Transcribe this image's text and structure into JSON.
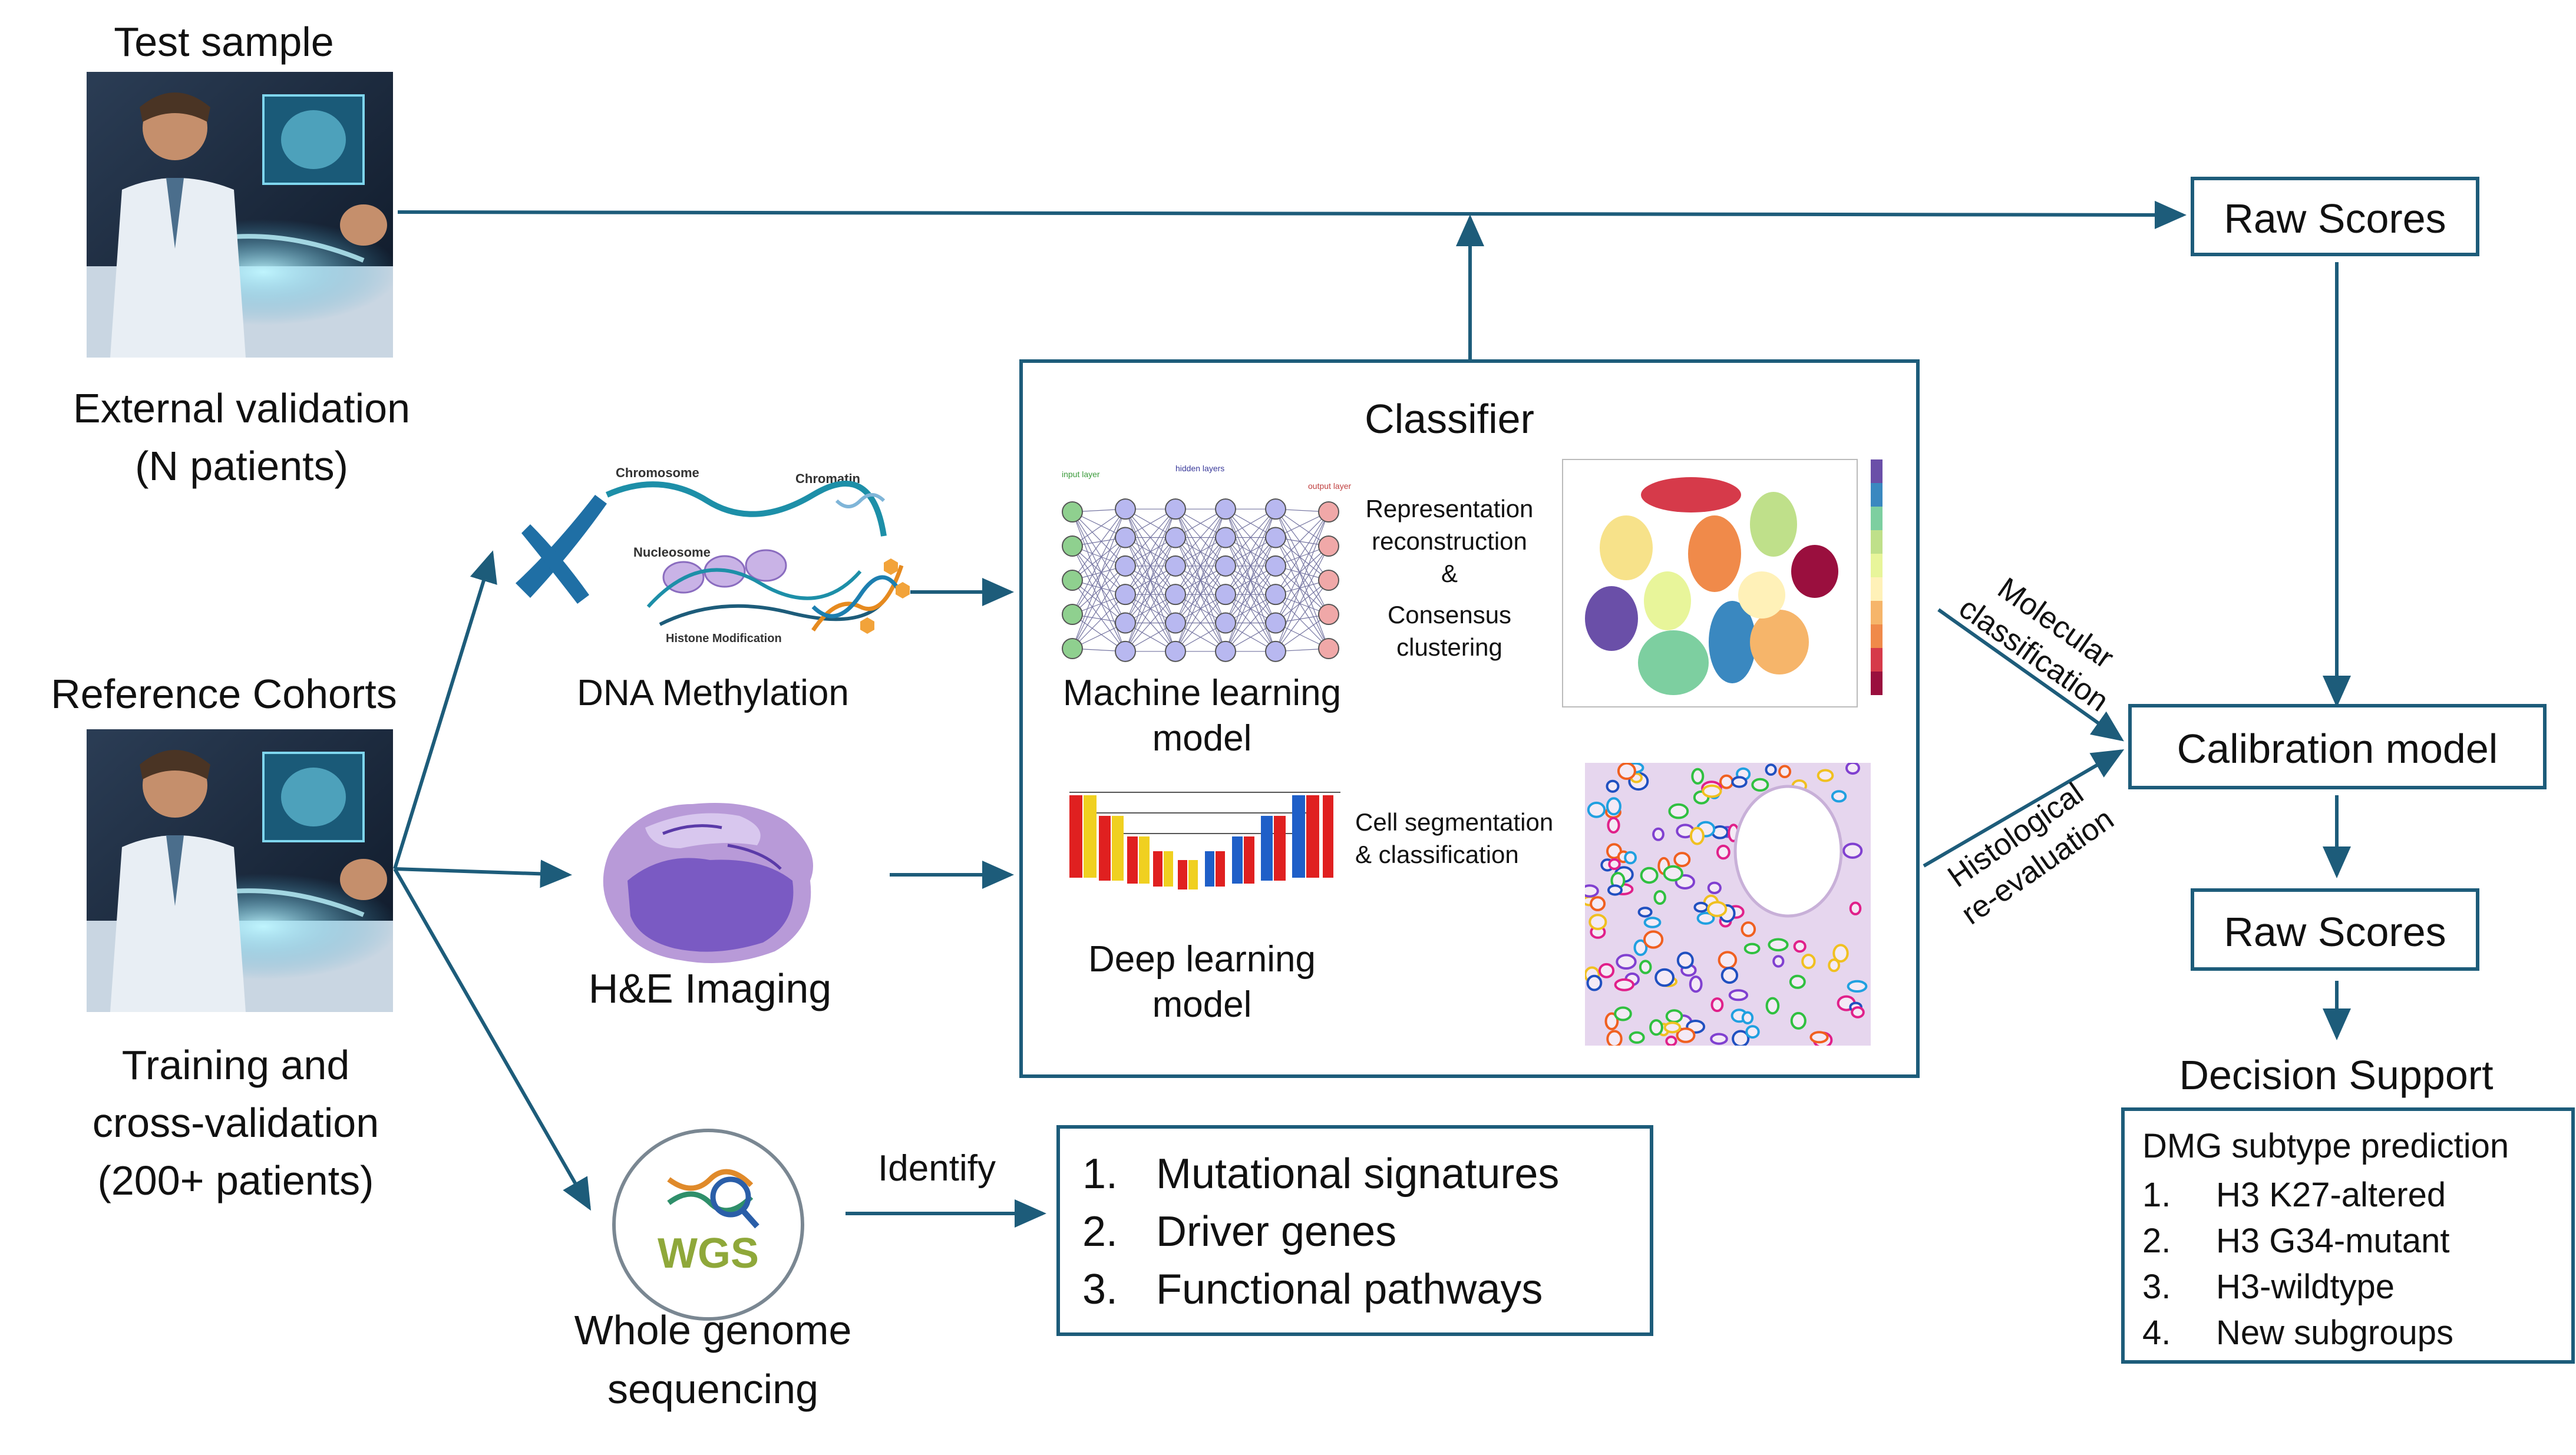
{
  "left": {
    "test_sample_title": "Test sample",
    "external_validation_line1": "External validation",
    "external_validation_line2": "(N patients)",
    "reference_cohorts_title": "Reference Cohorts",
    "training_line1": "Training and",
    "training_line2": "cross-validation",
    "training_line3": "(200+ patients)"
  },
  "modalities": {
    "dna": {
      "label": "DNA Methylation",
      "chromosome": "Chromosome",
      "chromatin": "Chromatin",
      "nucleosome": "Nucleosome",
      "histone": "Histone Modification"
    },
    "he": {
      "label": "H&E Imaging"
    },
    "wgs": {
      "label_line1": "Whole genome",
      "label_line2": "sequencing",
      "icon_text": "WGS"
    }
  },
  "classifier": {
    "title": "Classifier",
    "ml_label_line1": "Machine learning",
    "ml_label_line2": "model",
    "dl_label_line1": "Deep learning",
    "dl_label_line2": "model",
    "rep_line1": "Representation",
    "rep_line2": "reconstruction",
    "rep_line3": "&",
    "rep_line4": "Consensus",
    "rep_line5": "clustering",
    "cell_line1": "Cell segmentation",
    "cell_line2": "& classification",
    "nn_input": "input layer",
    "nn_hidden": "hidden layers",
    "nn_output": "output layer"
  },
  "wgs_outputs": {
    "identify": "Identify",
    "items": [
      {
        "num": "1.",
        "text": "Mutational signatures"
      },
      {
        "num": "2.",
        "text": "Driver genes"
      },
      {
        "num": "3.",
        "text": "Functional pathways"
      }
    ]
  },
  "right": {
    "raw_scores_top": "Raw Scores",
    "calibration": "Calibration model",
    "raw_scores_bottom": "Raw Scores",
    "decision_support": "Decision Support",
    "molecular_line1": "Molecular",
    "molecular_line2": "classification",
    "histo_line1": "Histological",
    "histo_line2": "re-evaluation",
    "dmg_title": "DMG subtype prediction",
    "dmg_items": [
      {
        "num": "1.",
        "text": "H3 K27-altered"
      },
      {
        "num": "2.",
        "text": "H3 G34-mutant"
      },
      {
        "num": "3.",
        "text": "H3-wildtype"
      },
      {
        "num": "4.",
        "text": "New subgroups"
      }
    ]
  },
  "colors": {
    "arrow": "#1d5c7a",
    "box_border": "#1d5c7a"
  }
}
